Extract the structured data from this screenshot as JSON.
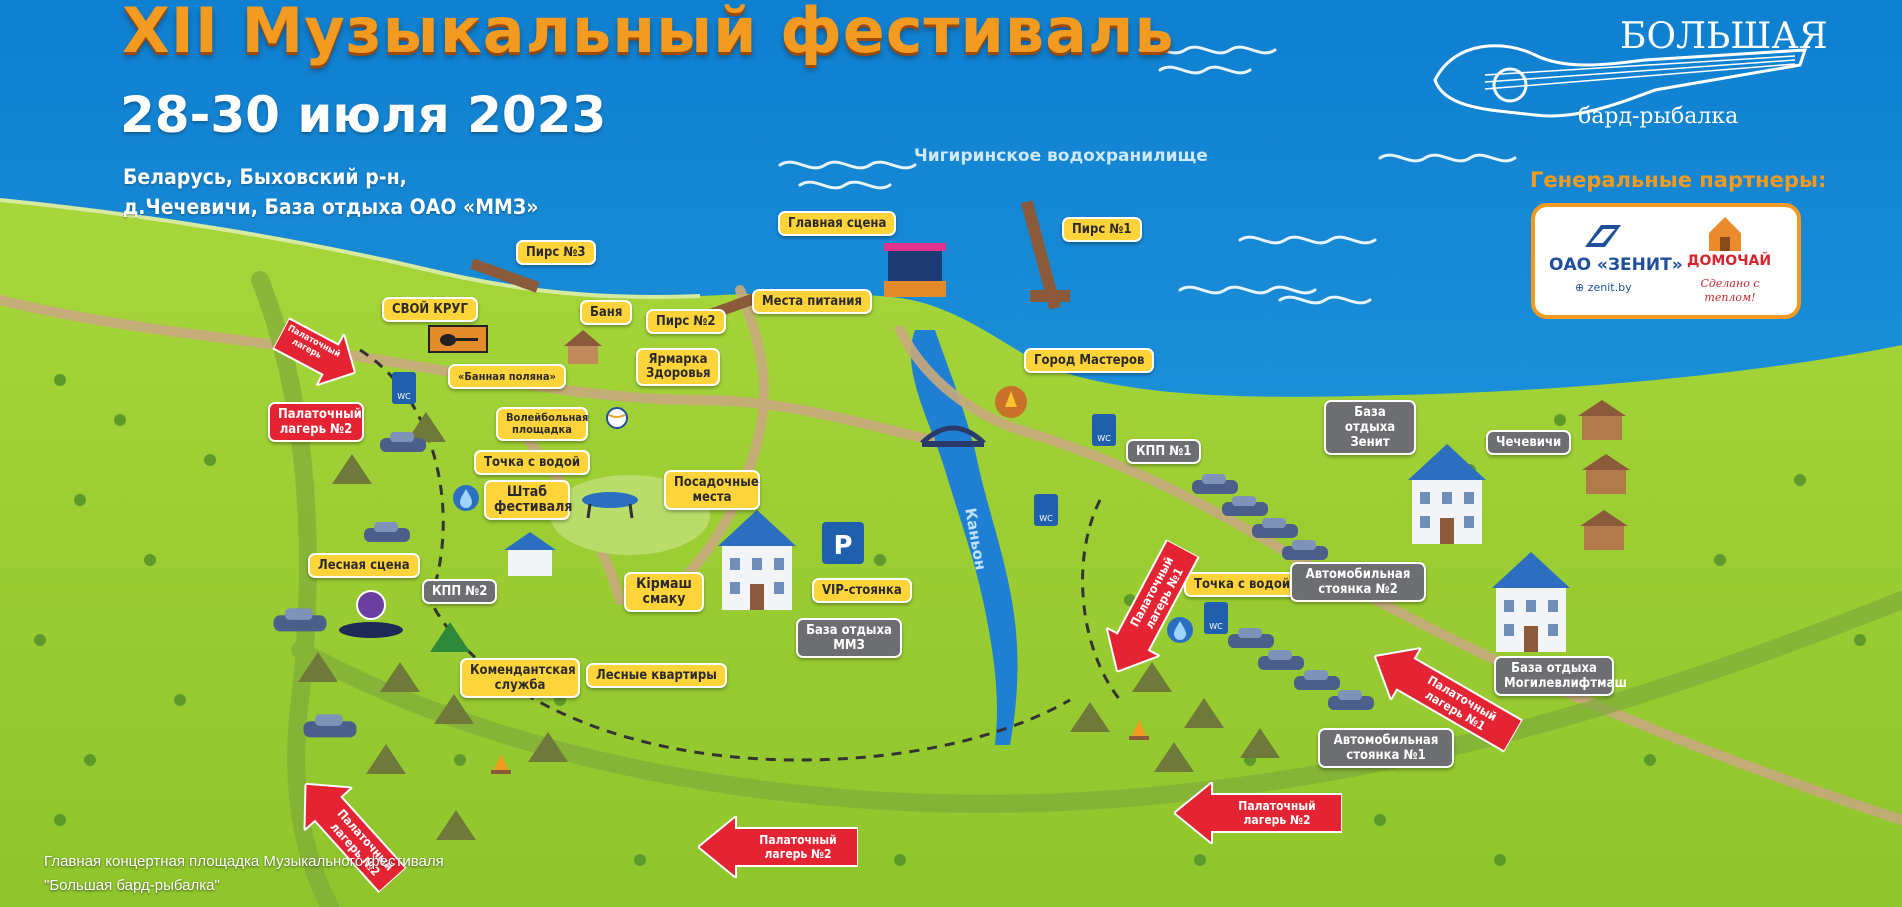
{
  "header": {
    "title": "XII Музыкальный фестиваль",
    "dates": "28-30 июля 2023",
    "location_line1": "Беларусь, Быховский р-н,",
    "location_line2": "д.Чечевичи, База отдыха ОАО «ММЗ»",
    "reservoir": "Чигиринское водохранилище"
  },
  "festival_logo": {
    "line1": "БОЛЬШАЯ",
    "line2": "бард-рыбалка"
  },
  "partners": {
    "title": "Генеральные партнеры:",
    "zenit_name": "ОАО «ЗЕНИТ»",
    "zenit_site": "zenit.by",
    "domochay_name": "ДОМОЧАЙ",
    "domochay_slogan": "Сделано с теплом!"
  },
  "labels": {
    "main_stage": "Главная сцена",
    "pier1": "Пирс №1",
    "pier2": "Пирс №2",
    "pier3": "Пирс №3",
    "svoy_krug": "СВОЙ КРУГ",
    "banya": "Баня",
    "bannaya_polyana": "«Банная поляна»",
    "food": "Места питания",
    "yarmarka": "Ярмарка Здоровья",
    "volleyball": "Волейбольная площадка",
    "water_point_1": "Точка с водой",
    "water_point_2": "Точка с водой",
    "hq": "Штаб фестиваля",
    "seats": "Посадочные места",
    "forest_stage": "Лесная сцена",
    "kpp2": "КПП №2",
    "kpp1": "КПП №1",
    "kirmash": "Кірмаш смаку",
    "vip": "VIP-стоянка",
    "commandant": "Комендантская служба",
    "forest_apts": "Лесные квартиры",
    "base_mmz": "База отдыха ММЗ",
    "masters_city": "Город Мастеров",
    "canyon": "Каньон",
    "base_zenit": "База отдыха Зенит",
    "chechevichi": "Чечевичи",
    "parking2": "Автомобильная стоянка №2",
    "parking1": "Автомобильная стоянка №1",
    "base_mogilev": "База отдыха Могилевлифтмаш"
  },
  "arrows": {
    "camp2_top": "Палаточный лагерь №2",
    "camp2_left": "Палаточный лагерь",
    "camp2_bottom_left": "Палаточный лагерь №2",
    "camp2_bottom_mid": "Палаточный лагерь №2",
    "camp2_bottom_right": "Палаточный лагерь №2",
    "camp1_road": "Палаточный лагерь №1",
    "camp1_right": "Палаточный лагерь №1"
  },
  "icons": [
    "wc-icon",
    "guitar-icon",
    "stage-icon",
    "sauna-icon",
    "tent-icon",
    "car-icon",
    "trampoline-icon",
    "bridge-icon",
    "campfire-icon",
    "house-icon",
    "water-drop-icon",
    "volleyball-icon"
  ],
  "colors": {
    "sea": "#1b8fd6",
    "grass": "#9acd32",
    "label_yellow": "#ffd43a",
    "label_red": "#e42333",
    "label_grey": "#6d6e71",
    "title_orange": "#f39a21"
  },
  "caption": {
    "line1": "Главная концертная площадка Музыкального фестиваля",
    "line2": "\"Большая бард-рыбалка\""
  }
}
